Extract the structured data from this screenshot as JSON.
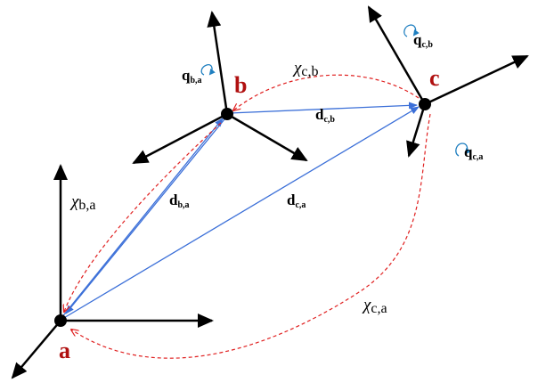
{
  "colors": {
    "node_label": "#b01010",
    "frame_axis": "#000000",
    "displacement": "#3b6fd8",
    "constraint": "#e02020",
    "rotation_icon": "#1f7fc0",
    "text": "#000000"
  },
  "nodes": {
    "a": "a",
    "b": "b",
    "c": "c"
  },
  "displacements": {
    "d_ba": {
      "base": "d",
      "sub": "b,a"
    },
    "d_ca": {
      "base": "d",
      "sub": "c,a"
    },
    "d_cb": {
      "base": "d",
      "sub": "c,b"
    }
  },
  "constraints": {
    "chi_ba": {
      "symbol": "χ",
      "sub": "b,a"
    },
    "chi_cb": {
      "symbol": "χ",
      "sub": "c,b"
    },
    "chi_ca": {
      "symbol": "χ",
      "sub": "c,a"
    }
  },
  "rotations": {
    "q_ba": {
      "base": "q",
      "sub": "b,a"
    },
    "q_cb": {
      "base": "q",
      "sub": "c,b"
    },
    "q_ca": {
      "base": "q",
      "sub": "c,a"
    }
  }
}
